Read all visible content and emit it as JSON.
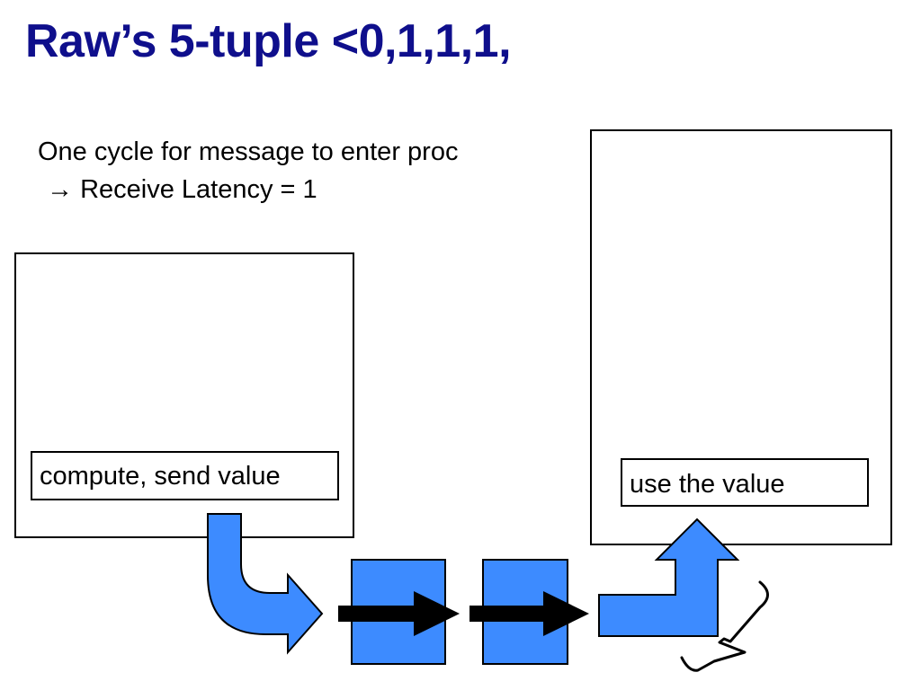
{
  "slide": {
    "title": "Raw’s 5-tuple <0,1,1,1,",
    "text_line1": "One cycle for message to enter proc",
    "text_arrow": "→",
    "text_line2": "Receive Latency = 1"
  },
  "diagram": {
    "sender_label": "compute, send value",
    "receiver_label": "use the value",
    "colors": {
      "title": "#0f0f8c",
      "arrow_fill": "#3d8bff",
      "stroke": "#000000"
    }
  }
}
